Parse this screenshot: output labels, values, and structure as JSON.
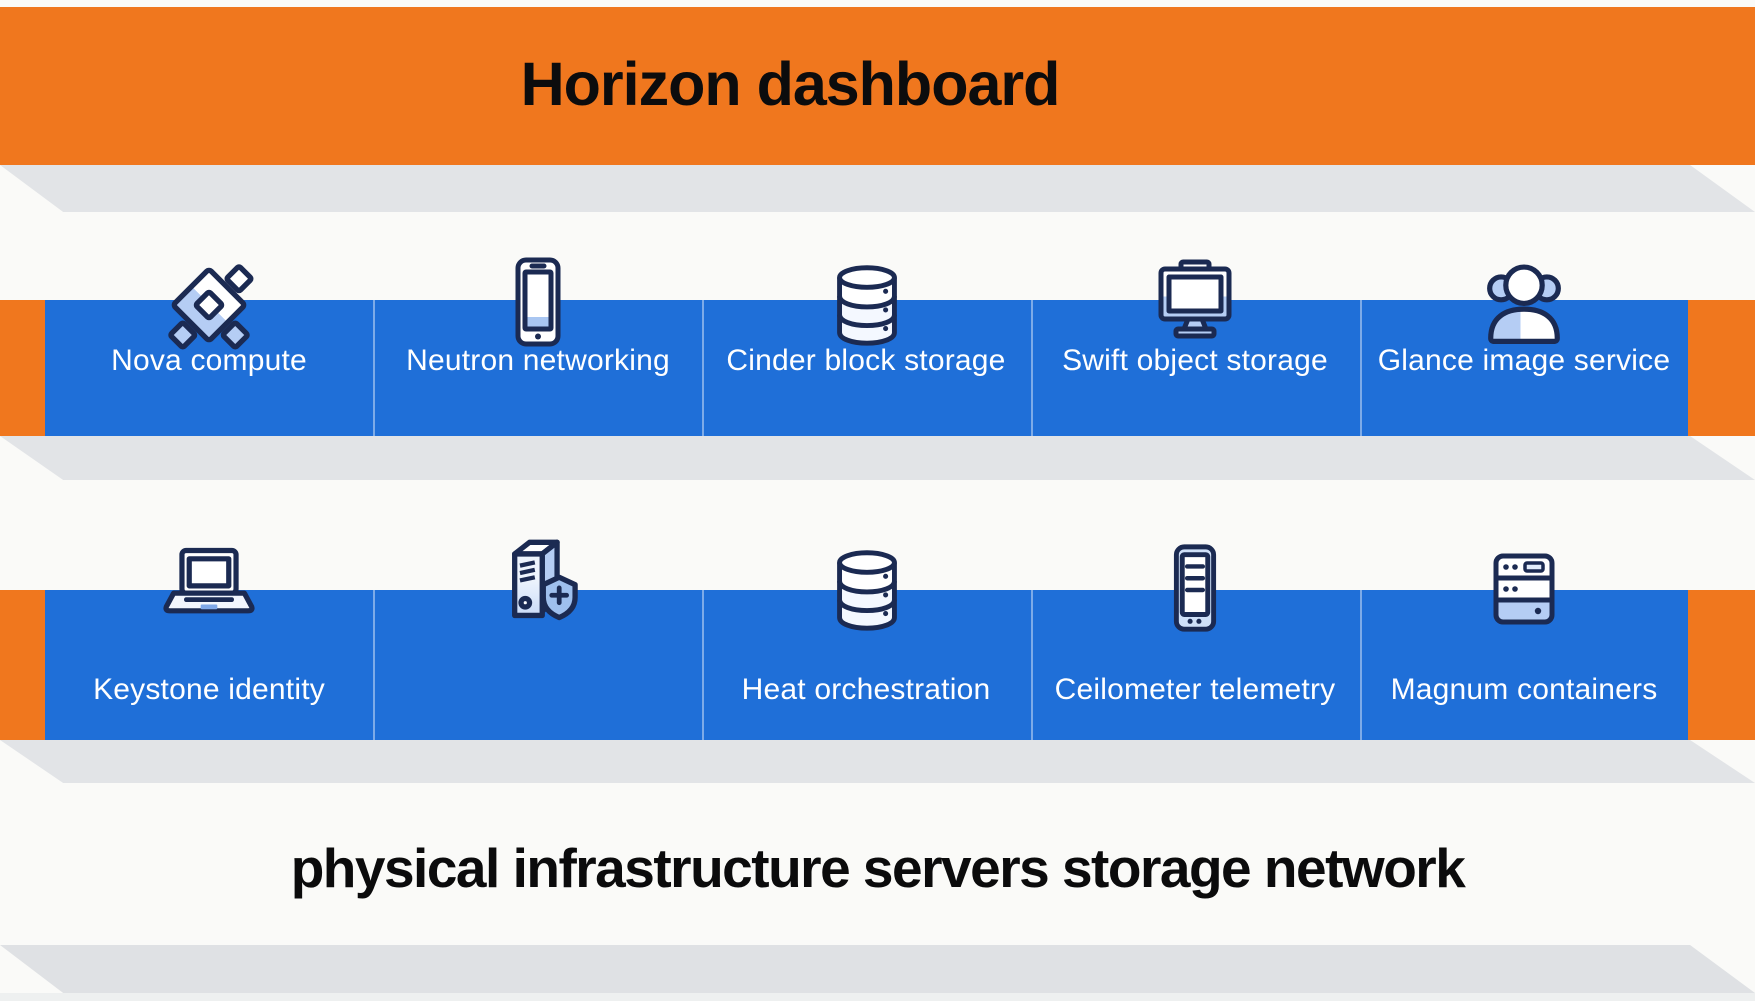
{
  "header": {
    "title": "Horizon dashboard"
  },
  "palette": {
    "orange": "#f0771e",
    "blue": "#1f6fd8",
    "icon_outline_navy": "#1b2a52",
    "icon_light_blue": "#b5cdf4",
    "shelf_gray": "#e2e4e7",
    "background": "#fafaf8",
    "bottom_bar_gray": "#dfe1e4",
    "label_text": "#ffffff",
    "title_text": "#0c0c0d"
  },
  "rows": [
    {
      "name": "services-row-1",
      "cells": [
        {
          "label": "Nova compute",
          "icon": "chip-icon"
        },
        {
          "label": "Neutron networking",
          "icon": "mobile-phone-icon"
        },
        {
          "label": "Cinder block storage",
          "icon": "database-icon"
        },
        {
          "label": "Swift object storage",
          "icon": "desktop-monitor-icon"
        },
        {
          "label": "Glance image service",
          "icon": "user-icon"
        }
      ]
    },
    {
      "name": "services-row-2",
      "cells": [
        {
          "label": "Keystone identity",
          "icon": "laptop-icon"
        },
        {
          "label": "",
          "icon": "server-shield-icon"
        },
        {
          "label": "Heat orchestration",
          "icon": "database-icon"
        },
        {
          "label": "Ceilometer telemetry",
          "icon": "tablet-list-icon"
        },
        {
          "label": "Magnum containers",
          "icon": "server-rack-icon"
        }
      ]
    }
  ],
  "footer": {
    "text": "physical infrastructure servers storage network"
  }
}
